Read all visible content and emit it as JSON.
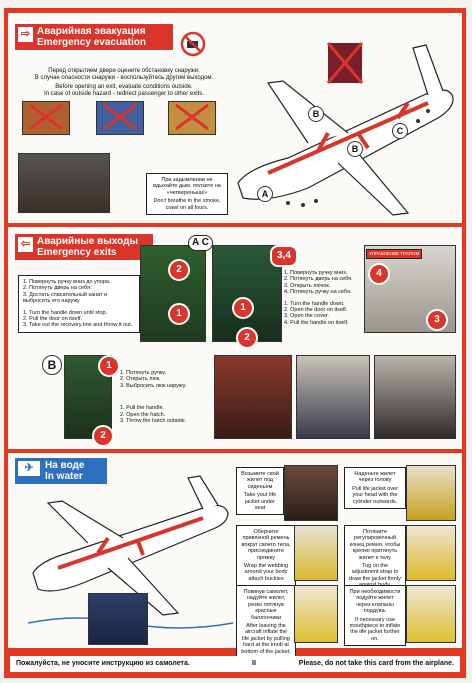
{
  "sections": {
    "evacuation": {
      "title_ru": "Аварийная эвакуация",
      "title_en": "Emergency evacuation",
      "notice_ru_1": "Перед открытием двери оцените обстановку снаружи.",
      "notice_ru_2": "В случае опасности снаружи - воспользуйтесь другим выходом.",
      "notice_en_1": "Before opening an exit, evaluate conditions outside.",
      "notice_en_2": "In case of outside hazard - redirect passenger to other exits.",
      "smoke_ru": "При задымлении не вдыхайте дым, ползите на «четвереньках»",
      "smoke_en": "Don't breathe in the smoke, crawl on all fours.",
      "exit_labels": [
        "A",
        "B",
        "B",
        "C"
      ]
    },
    "exits": {
      "title_ru": "Аварийные выходы",
      "title_en": "Emergency exits",
      "door_ac_label": "A C",
      "door_ac_ru": [
        "1. Повернуть ручку вниз до упора.",
        "2. Потянуть дверь на себя.",
        "3. Достать спасательный канат и выбросить его наружу"
      ],
      "door_ac_en": [
        "1. Turn the handle down until stop.",
        "2. Pull the door on itself.",
        "3. Take out the recovery line and throw it out."
      ],
      "door_c_ru": [
        "1. Повернуть ручку вниз.",
        "2. Потянуть дверь на себя.",
        "3. Открыть лючок.",
        "4. Потянуть ручку на себя."
      ],
      "door_c_en": [
        "1. Turn the handle down.",
        "2. Open the door on itself.",
        "3. Open the cover.",
        "4. Pull the handle on itself."
      ],
      "slide_label": "УПРАВЛЕНИЕ ТРАПОМ",
      "hatch_label": "B",
      "hatch_ru": [
        "1. Потянуть ручку.",
        "2. Открыть люк.",
        "3. Выбросить люк наружу."
      ],
      "hatch_en": [
        "1. Pull the handle.",
        "2. Open the hatch.",
        "3. Throw the hatch outside."
      ],
      "step_nums": [
        "1",
        "2",
        "3",
        "4",
        "1",
        "2",
        "1",
        "2"
      ]
    },
    "water": {
      "title_ru": "На воде",
      "title_en": "In water",
      "boxes": [
        {
          "ru": "Возьмите свой жилет под сиденьем",
          "en": "Take your life jacket under seat"
        },
        {
          "ru": "Наденьте жилет через голову",
          "en": "Pull life jacket over your head with the cylinder outwards."
        },
        {
          "ru": "Оберните привязной ремень вокруг своего тела, присоедините пряжку",
          "en": "Wrap the webbing around your body attach buckles"
        },
        {
          "ru": "Потяните регулировочный конец ремня, чтобы крепко притянуть жилет к телу",
          "en": "Tug on the adjustment strap to draw the jacket firmly against body."
        },
        {
          "ru": "Покинув самолет, надуйте жилет, резко потянув красные баллончики",
          "en": "After leaving the aircraft inflate the life jacket by pulling hard at the knob at bottom of the jacket."
        },
        {
          "ru": "При необходимости подуйте жилет через клапаны поддува.",
          "en": "If necessary use mouthpiece to inflate the life jacket further on."
        }
      ]
    }
  },
  "footer": {
    "ru": "Пожалуйста, не уносите инструкцию из самолета.",
    "page": "II",
    "en": "Please, do not take this card from the airplane."
  },
  "colors": {
    "card_red": "#e23a22",
    "header_red": "#d9352a",
    "panel": "#fbfaf6"
  }
}
